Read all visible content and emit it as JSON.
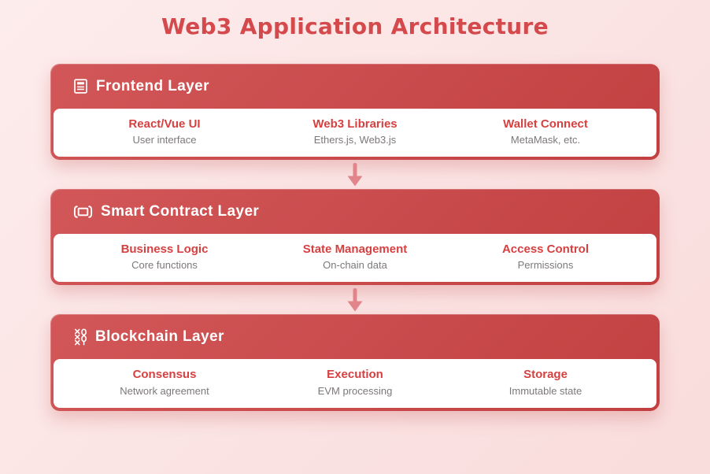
{
  "page": {
    "title": "Web3 Application Architecture"
  },
  "colors": {
    "background": "#fbe3e3",
    "layer_header_red": "#c84748",
    "heading_red": "#d4494b",
    "item_title_red": "#d64040",
    "item_subtitle_gray": "#7d7878",
    "arrow_pink": "#e2858b",
    "header_text": "#ffffff"
  },
  "layers": [
    {
      "icon": "frontend-list-icon",
      "title": "Frontend Layer",
      "items": [
        {
          "title": "React/Vue UI",
          "subtitle": "User interface"
        },
        {
          "title": "Web3 Libraries",
          "subtitle": "Ethers.js, Web3.js"
        },
        {
          "title": "Wallet Connect",
          "subtitle": "MetaMask, etc."
        }
      ]
    },
    {
      "icon": "scroll-icon",
      "title": "Smart Contract Layer",
      "items": [
        {
          "title": "Business Logic",
          "subtitle": "Core functions"
        },
        {
          "title": "State Management",
          "subtitle": "On-chain data"
        },
        {
          "title": "Access Control",
          "subtitle": "Permissions"
        }
      ]
    },
    {
      "icon": "chain-links-icon",
      "title": "Blockchain Layer",
      "items": [
        {
          "title": "Consensus",
          "subtitle": "Network agreement"
        },
        {
          "title": "Execution",
          "subtitle": "EVM processing"
        },
        {
          "title": "Storage",
          "subtitle": "Immutable state"
        }
      ]
    }
  ]
}
